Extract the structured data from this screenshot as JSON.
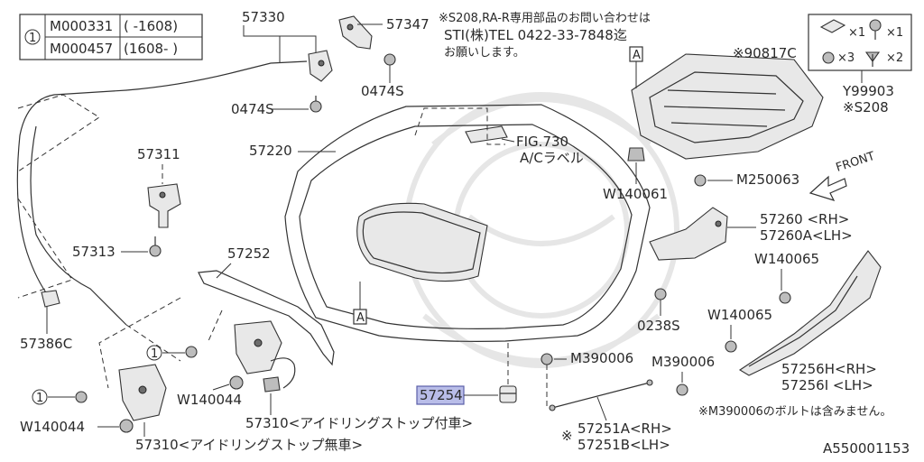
{
  "applicability_table": {
    "ref_mark": "1",
    "rows": [
      {
        "part_no": "M000331",
        "range": "(   -1608)"
      },
      {
        "part_no": "M000457",
        "range": "(1608-  )"
      }
    ]
  },
  "notes": {
    "inquiry": [
      "※S208,RA-R専用部品のお問い合わせは",
      "STI(株)TEL 0422-33-7848迄",
      "お願いします。"
    ],
    "bolt_note": "※M390006のボルトは含みません。"
  },
  "labels": {
    "p57330": "57330",
    "p57347": "57347",
    "p0474s_a": "0474S",
    "p0474s_b": "0474S",
    "p57220": "57220",
    "p57311": "57311",
    "p57313": "57313",
    "p57252": "57252",
    "p57386c": "57386C",
    "ref1_a": "1",
    "ref1_b": "1",
    "p_w140044_a": "W140044",
    "p_w140044_b": "W140044",
    "p57310_a": "57310<アイドリングストップ付車>",
    "p57310_b": "57310<アイドリングストップ無車>",
    "p57254": "57254",
    "fig730_1": "FIG.730",
    "fig730_2": "A/Cラベル",
    "box_a_top": "A",
    "box_a_mid": "A",
    "p90817c": "※90817C",
    "y99903": "Y99903",
    "s208": "※S208",
    "kit_x1a": "×1",
    "kit_x1b": "×1",
    "kit_x3": "×3",
    "kit_x2": "×2",
    "w140061": "W140061",
    "m250063": "M250063",
    "front": "FRONT",
    "p57260": "57260 <RH>",
    "p57260a": "57260A<LH>",
    "w140065_a": "W140065",
    "w140065_b": "W140065",
    "p0238s": "0238S",
    "m390006_a": "M390006",
    "m390006_b": "M390006",
    "p57256h": "57256H<RH>",
    "p57256i": "57256I <LH>",
    "asterisk": "※",
    "p57251a": "57251A<RH>",
    "p57251b": "57251B<LH>",
    "figure_id": "A550001153"
  },
  "colors": {
    "line": "#333333",
    "highlight": "#b9bde8",
    "highlight_border": "#5a5fa8",
    "watermark": "#e6e6e6"
  }
}
